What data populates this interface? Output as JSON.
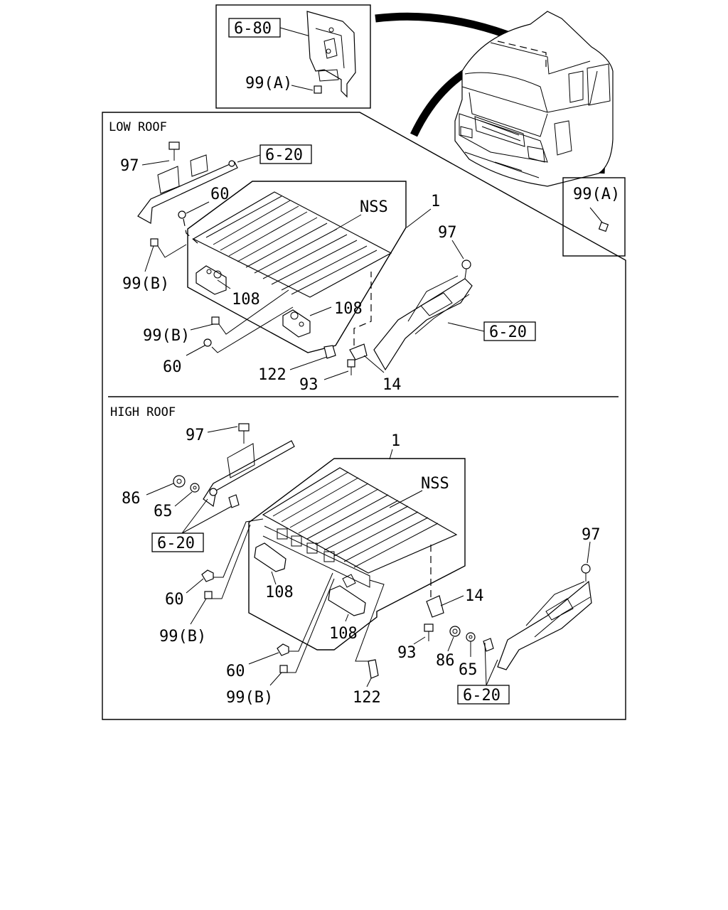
{
  "sections": {
    "low_roof": "LOW ROOF",
    "high_roof": "HIGH ROOF"
  },
  "inset_top": {
    "ref": "6-80",
    "part": "99(A)"
  },
  "inset_side": {
    "part": "99(A)"
  },
  "low": {
    "ref_upper": "6-20",
    "ref_lower": "6-20",
    "labels": {
      "p97a": "97",
      "p60a": "60",
      "nss": "NSS",
      "p1": "1",
      "p97b": "97",
      "p99b1": "99(B)",
      "p108a": "108",
      "p108b": "108",
      "p99b2": "99(B)",
      "p60b": "60",
      "p122": "122",
      "p93": "93",
      "p14": "14"
    }
  },
  "high": {
    "ref_left": "6-20",
    "ref_right": "6-20",
    "labels": {
      "p97a": "97",
      "p1": "1",
      "nss": "NSS",
      "p86a": "86",
      "p65a": "65",
      "p97b": "97",
      "p60a": "60",
      "p108a": "108",
      "p99b1": "99(B)",
      "p14": "14",
      "p108b": "108",
      "p93": "93",
      "p86b": "86",
      "p65b": "65",
      "p60b": "60",
      "p99b2": "99(B)",
      "p122": "122"
    }
  }
}
